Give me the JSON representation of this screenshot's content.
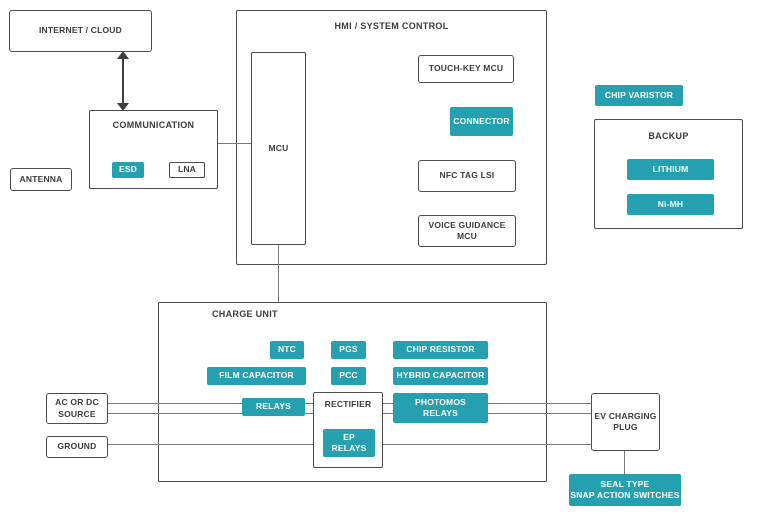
{
  "diagram": {
    "colors": {
      "teal_accent": "#25a0b1",
      "box_border": "#4d4d4d",
      "connector_line": "#7a7a7a",
      "text": "#3c3c3c"
    },
    "top_left": {
      "internet_cloud": "INTERNET / CLOUD",
      "communication_title": "COMMUNICATION",
      "esd": "ESD",
      "lna": "LNA",
      "antenna": "ANTENNA"
    },
    "hmi_system_control": {
      "title": "HMI / SYSTEM CONTROL",
      "mcu": "MCU",
      "touch_key_mcu": "TOUCH-KEY MCU",
      "connector": "CONNECTOR",
      "nfc_tag_lsi": "NFC TAG LSI",
      "voice_guidance_mcu": "VOICE GUIDANCE\nMCU"
    },
    "right_column": {
      "chip_varistor": "CHIP VARISTOR",
      "backup_title": "BACKUP",
      "lithium": "LITHIUM",
      "ni_mh": "Ni-MH"
    },
    "charge_unit": {
      "title": "CHARGE UNIT",
      "ntc": "NTC",
      "pgs": "PGS",
      "chip_resistor": "CHIP RESISTOR",
      "film_capacitor": "FILM CAPACITOR",
      "pcc": "PCC",
      "hybrid_capacitor": "HYBRID CAPACITOR",
      "relays": "RELAYS",
      "rectifier_title": "RECTIFIER",
      "photomos_relays": "PHOTOMOS\nRELAYS",
      "ep_relays": "EP\nRELAYS"
    },
    "bottom": {
      "ac_or_dc_source": "AC OR DC\nSOURCE",
      "ground": "GROUND",
      "ev_charging_plug": "EV CHARGING\nPLUG",
      "seal_type_snap_action_switches": "SEAL TYPE\nSNAP ACTION SWITCHES"
    }
  }
}
